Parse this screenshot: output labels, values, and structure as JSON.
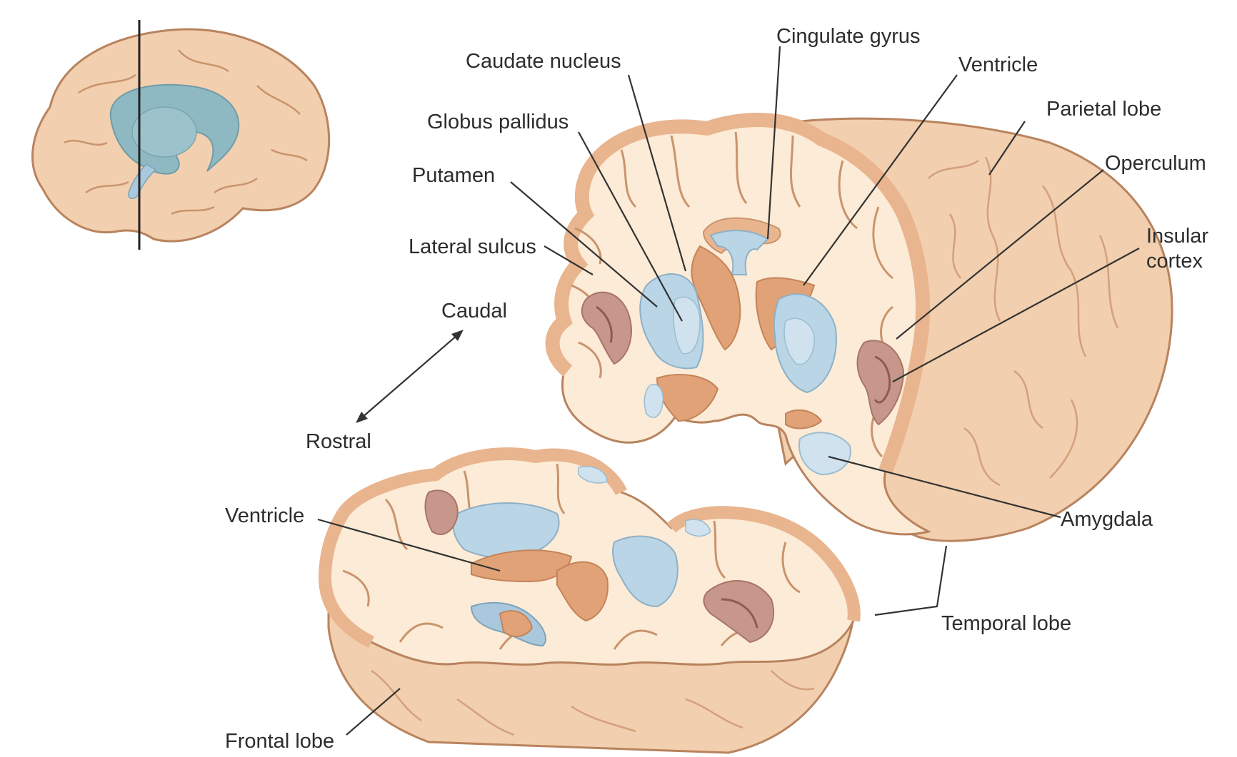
{
  "labels": {
    "caudate_nucleus": "Caudate nucleus",
    "cingulate_gyrus": "Cingulate gyrus",
    "ventricle_top": "Ventricle",
    "parietal_lobe": "Parietal lobe",
    "globus_pallidus": "Globus pallidus",
    "operculum": "Operculum",
    "putamen": "Putamen",
    "insular_cortex_line1": "Insular",
    "insular_cortex_line2": "cortex",
    "lateral_sulcus": "Lateral sulcus",
    "caudal": "Caudal",
    "rostral": "Rostral",
    "ventricle_bottom": "Ventricle",
    "amygdala": "Amygdala",
    "temporal_lobe": "Temporal lobe",
    "frontal_lobe": "Frontal lobe"
  },
  "colors": {
    "cortex_outer": "#f2cfae",
    "white_matter": "#fcebd6",
    "outline": "#b8835e",
    "basal_ganglia_blue": "#b9d5e6",
    "ventricle_orange": "#e2a277",
    "insula_brown": "#c6978a",
    "inset_blue": "#8fb9c2",
    "leader_line": "#333333"
  }
}
